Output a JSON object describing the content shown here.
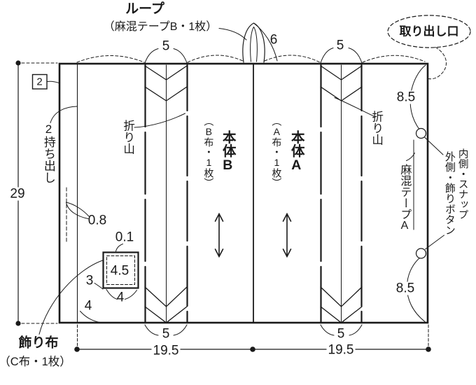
{
  "colors": {
    "ink": "#1a1a1a",
    "background": "#ffffff"
  },
  "labels": {
    "loop_title": "ループ",
    "loop_spec": "（麻混テープB・1枚）",
    "takeout": "取り出し口",
    "piece_number": "2",
    "extension": "2持ち出し",
    "fold_left": "折り山",
    "fold_right": "折り山",
    "body_b_name": "本体B",
    "body_b_spec": "（B布・1枚）",
    "body_a_name": "本体A",
    "body_a_spec": "（A布・1枚）",
    "tape_a": "麻混テープA",
    "snap_inner": "内側・スナップ",
    "snap_outer": "外側・飾りボタン",
    "deco_name": "飾り布",
    "deco_spec": "（C布・1枚）"
  },
  "dimensions": {
    "height": "29",
    "fold_width_top_left": "5",
    "loop_length": "6",
    "fold_width_top_right": "5",
    "snap_offset_top": "8.5",
    "seam_allowance": "0.8",
    "stitch_gap": "0.1",
    "square_size": "4.5",
    "square_offset_left": "3",
    "square_width": "4",
    "square_offset_bottom": "4",
    "fold_width_bottom_left": "5",
    "fold_width_bottom_right": "5",
    "body_width_left": "19.5",
    "body_width_right": "19.5",
    "snap_offset_bottom": "8.5"
  }
}
